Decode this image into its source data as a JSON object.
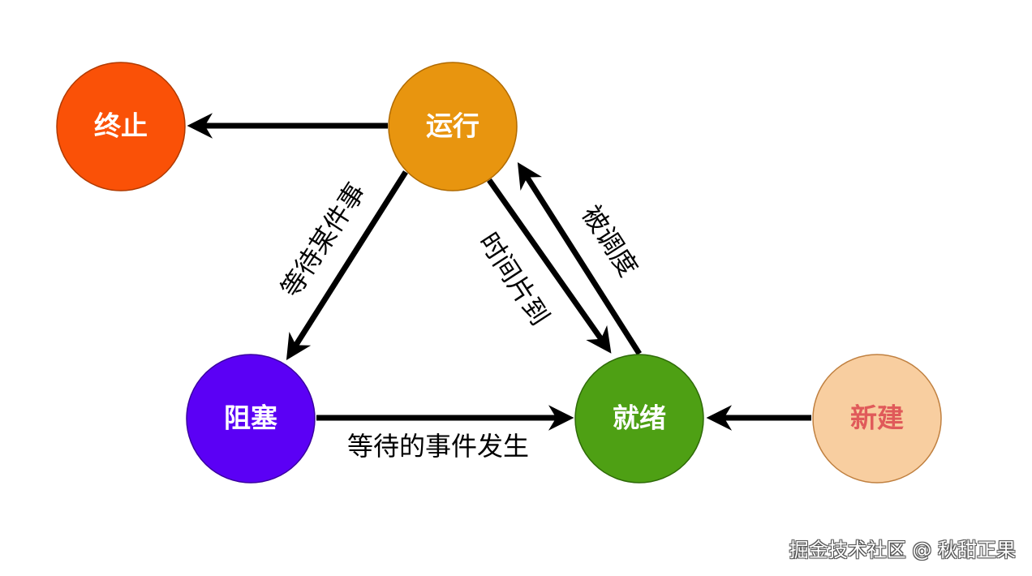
{
  "nodes": {
    "terminated": {
      "label": "终止",
      "fill": "#fa5107",
      "text_color": "#ffffff"
    },
    "running": {
      "label": "运行",
      "fill": "#e8950f",
      "text_color": "#ffffff"
    },
    "blocked": {
      "label": "阻塞",
      "fill": "#5b00f5",
      "text_color": "#ffffff"
    },
    "ready": {
      "label": "就绪",
      "fill": "#4ea014",
      "text_color": "#ffffff"
    },
    "new": {
      "label": "新建",
      "fill": "#f8cea0",
      "text_color": "#e05a5a"
    }
  },
  "edges": {
    "wait_event": {
      "label": "等待某件事"
    },
    "time_slice": {
      "label": "时间片到"
    },
    "scheduled": {
      "label": "被调度"
    },
    "event_occurred": {
      "label": "等待的事件发生"
    }
  },
  "watermark": {
    "text": "掘金技术社区 @ 秋甜正果"
  }
}
